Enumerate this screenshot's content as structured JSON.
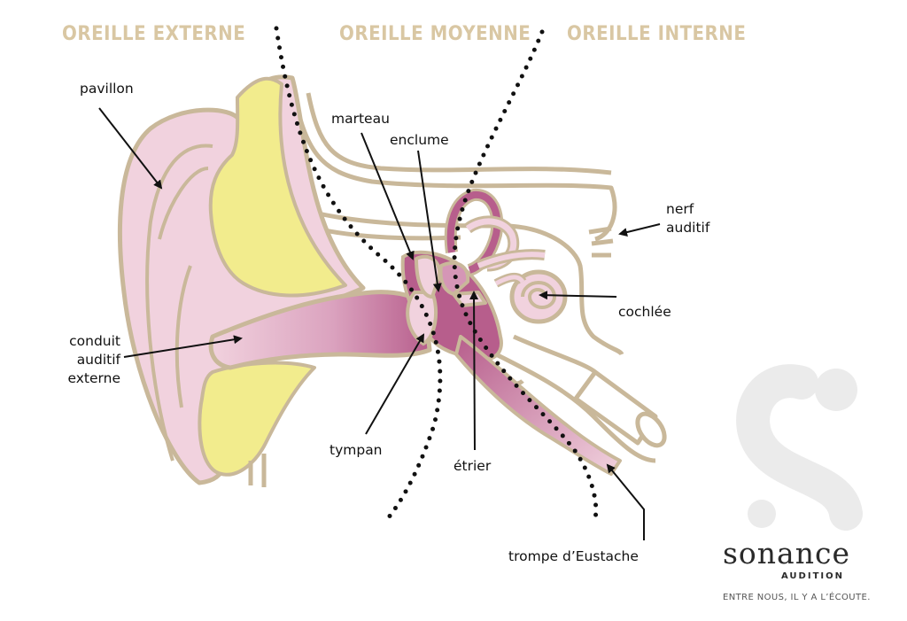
{
  "sections": {
    "outer": "OREILLE EXTERNE",
    "middle": "OREILLE MOYENNE",
    "inner": "OREILLE INTERNE"
  },
  "labels": {
    "pavillon": "pavillon",
    "marteau": "marteau",
    "enclume": "enclume",
    "nerf_line1": "nerf",
    "nerf_line2": "auditif",
    "cochlee": "cochlée",
    "conduit_line1": "conduit",
    "conduit_line2": "auditif",
    "conduit_line3": "externe",
    "tympan": "tympan",
    "etrier": "étrier",
    "trompe": "trompe d’Eustache"
  },
  "brand": {
    "name": "sonance",
    "sub": "AUDITION",
    "tagline": "ENTRE NOUS, IL Y A L’ÉCOUTE."
  },
  "colors": {
    "title": "#d9c7a3",
    "outline": "#c9b89a",
    "skin": "#f1d2de",
    "yellow": "#f2ec8d",
    "dark_pink": "#b75e8c",
    "mid_pink": "#d596b6",
    "dots": "#111111",
    "watermark": "#ebebeb"
  }
}
